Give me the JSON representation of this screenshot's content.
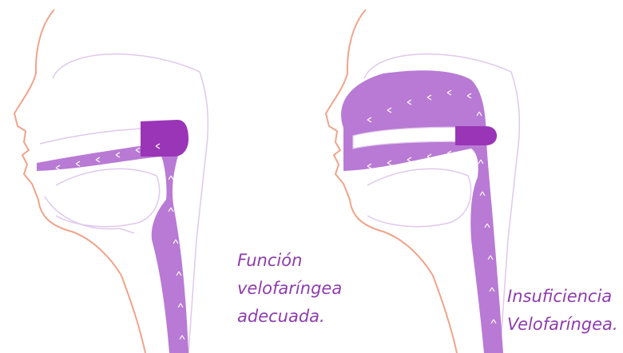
{
  "captions": {
    "left": [
      "Función",
      "velofaríngea",
      "adecuada."
    ],
    "right": [
      "Insuficiencia",
      "Velofaríngea."
    ]
  },
  "colors": {
    "skin_outline": "#f0a48a",
    "anatomy_outline": "#e0c8ec",
    "airflow_fill": "#b87ad4",
    "velum_fill": "#9a35b8",
    "arrow": "#ffffff",
    "caption": "#8e3cae"
  }
}
